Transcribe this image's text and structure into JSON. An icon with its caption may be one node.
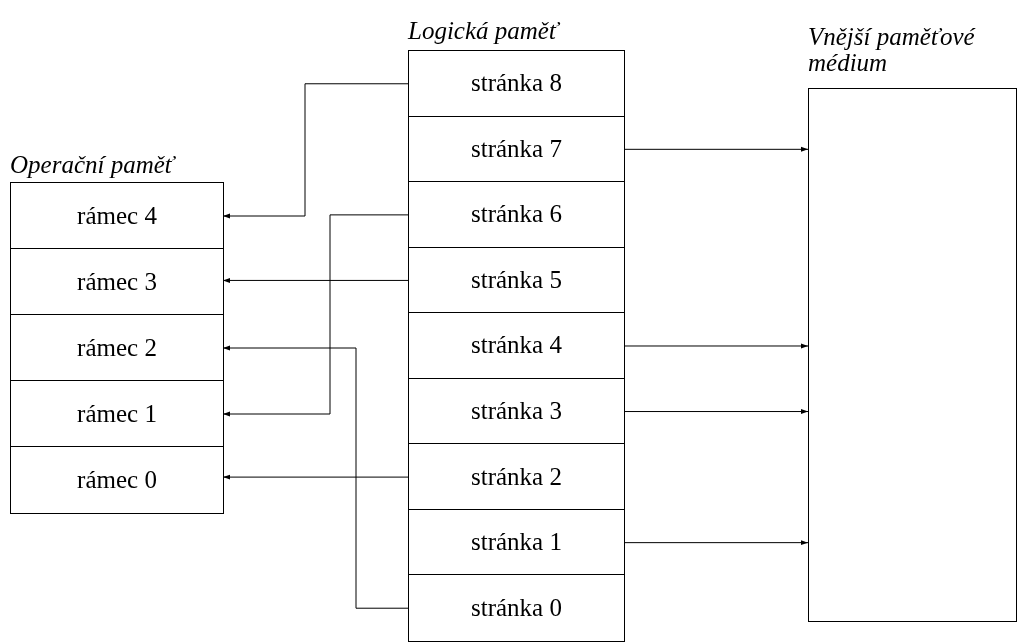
{
  "diagram": {
    "nodes": [
      {
        "text": [
          "Operační paměť"
        ]
      },
      {
        "text": [
          "rámec 4"
        ],
        "in": 0
      },
      {
        "text": [
          "rámec 3"
        ],
        "in": 0
      },
      {
        "text": [
          "rámec 2"
        ],
        "in": 0
      },
      {
        "text": [
          "rámec 1"
        ],
        "in": 0
      },
      {
        "text": [
          "rámec 0"
        ],
        "in": 0
      },
      {
        "text": [
          "Logická paměť"
        ]
      },
      {
        "text": [
          "stránka 8"
        ],
        "in": 6
      },
      {
        "text": [
          "stránka 7"
        ],
        "in": 6
      },
      {
        "text": [
          "stránka 6"
        ],
        "in": 6
      },
      {
        "text": [
          "stránka 5"
        ],
        "in": 6
      },
      {
        "text": [
          "stránka 4"
        ],
        "in": 6
      },
      {
        "text": [
          "stránka 3"
        ],
        "in": 6
      },
      {
        "text": [
          "stránka 2"
        ],
        "in": 6
      },
      {
        "text": [
          "stránka 1"
        ],
        "in": 6
      },
      {
        "text": [
          "stránka 0"
        ],
        "in": 6
      },
      {
        "text": [
          "Vnější paměťové médium"
        ]
      }
    ],
    "edges": [
      {
        "from": 7,
        "to": 1,
        "arrow": "to"
      },
      {
        "from": 8,
        "to": 16,
        "arrow": "to"
      },
      {
        "from": 9,
        "to": 4,
        "arrow": "to"
      },
      {
        "from": 10,
        "to": 2,
        "arrow": "to"
      },
      {
        "from": 11,
        "to": 16,
        "arrow": "to"
      },
      {
        "from": 12,
        "to": 16,
        "arrow": "to"
      },
      {
        "from": 13,
        "to": 5,
        "arrow": "to"
      },
      {
        "from": 14,
        "to": 16,
        "arrow": "to"
      },
      {
        "from": 15,
        "to": 3,
        "arrow": "to"
      }
    ]
  }
}
